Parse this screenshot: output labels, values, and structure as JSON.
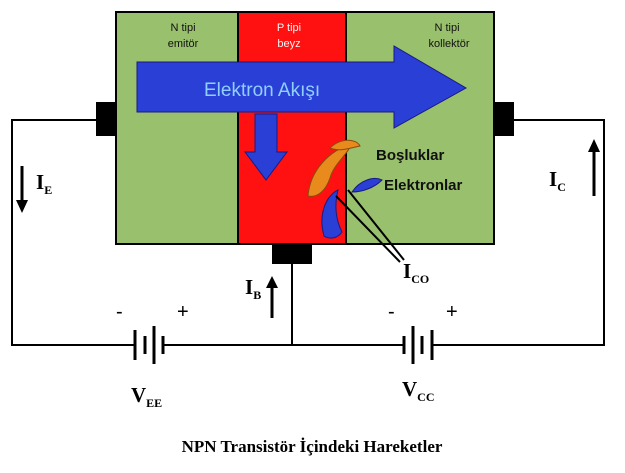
{
  "regions": {
    "emitter": {
      "line1": "N tipi",
      "line2": "emitör",
      "color": "#99c06c"
    },
    "base": {
      "line1": "P tipi",
      "line2": "beyz",
      "color": "#ff1111"
    },
    "collector": {
      "line1": "N tipi",
      "line2": "kollektör",
      "color": "#99c06c"
    }
  },
  "flow_label": "Elektron Akışı",
  "carriers": {
    "holes": "Boşluklar",
    "electrons": "Elektronlar"
  },
  "currents": {
    "ie": {
      "main": "I",
      "sub": "E"
    },
    "ic": {
      "main": "I",
      "sub": "C"
    },
    "ib": {
      "main": "I",
      "sub": "B"
    },
    "ico": {
      "main": "I",
      "sub": "CO"
    }
  },
  "supplies": {
    "vee": {
      "main": "V",
      "sub": "EE",
      "minus": "-",
      "plus": "+"
    },
    "vcc": {
      "main": "V",
      "sub": "CC",
      "minus": "-",
      "plus": "+"
    }
  },
  "caption": "NPN Transistör İçindeki Hareketler",
  "colors": {
    "arrow_blue": "#2a3fd6",
    "wire": "#000000",
    "hole_orange": "#e88a1c"
  }
}
